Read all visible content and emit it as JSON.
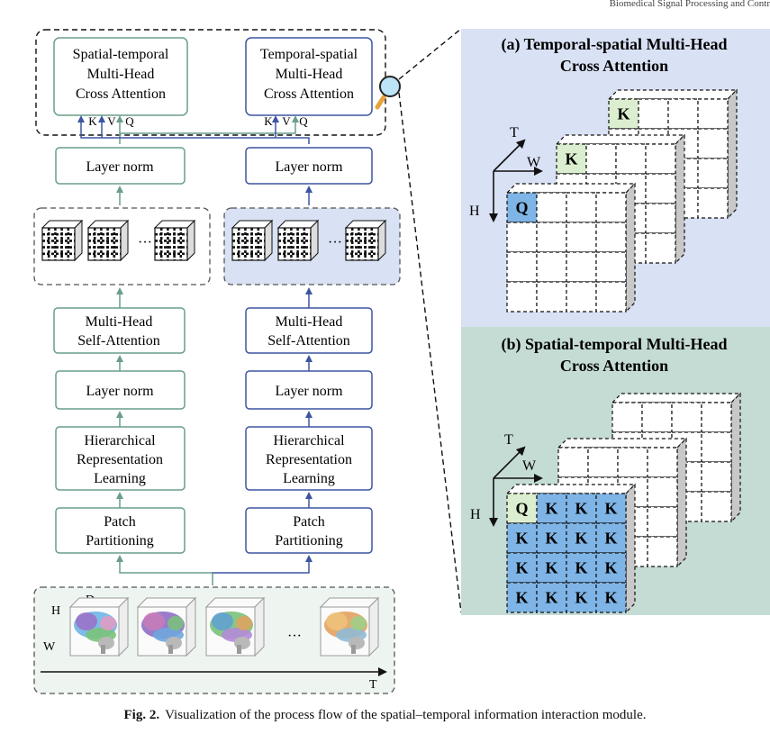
{
  "header_text": "Biomedical Signal Processing and Contr",
  "attention_modules": {
    "spatial_temporal": {
      "line1": "Spatial-temporal",
      "line2": "Multi-Head",
      "line3": "Cross Attention"
    },
    "temporal_spatial": {
      "line1": "Temporal-spatial",
      "line2": "Multi-Head",
      "line3": "Cross Attention"
    },
    "kvq_labels": [
      "K",
      "V",
      "Q"
    ]
  },
  "left_branch": {
    "layer_norm_top": "Layer norm",
    "mhsa": {
      "line1": "Multi-Head",
      "line2": "Self-Attention"
    },
    "layer_norm": "Layer norm",
    "hrl": {
      "line1": "Hierarchical",
      "line2": "Representation",
      "line3": "Learning"
    },
    "patch": {
      "line1": "Patch",
      "line2": "Partitioning"
    },
    "ellipsis": "···"
  },
  "right_branch": {
    "layer_norm_top": "Layer norm",
    "mhsa": {
      "line1": "Multi-Head",
      "line2": "Self-Attention"
    },
    "layer_norm": "Layer norm",
    "hrl": {
      "line1": "Hierarchical",
      "line2": "Representation",
      "line3": "Learning"
    },
    "patch": {
      "line1": "Patch",
      "line2": "Partitioning"
    },
    "ellipsis": "···"
  },
  "input_panel": {
    "axis_h": "H",
    "axis_d": "D",
    "axis_w": "W",
    "axis_t": "T",
    "ellipsis": "···"
  },
  "panel_a": {
    "title_line1": "(a) Temporal-spatial Multi-Head",
    "title_line2": "Cross Attention",
    "axis_t": "T",
    "axis_w": "W",
    "axis_h": "H",
    "q_label": "Q",
    "k_label": "K",
    "background": "#d9e1f4"
  },
  "panel_b": {
    "title_line1": "(b) Spatial-temporal Multi-Head",
    "title_line2": "Cross Attention",
    "axis_t": "T",
    "axis_w": "W",
    "axis_h": "H",
    "q_label": "Q",
    "k_label": "K",
    "background": "#c5dcd5"
  },
  "caption": {
    "label": "Fig. 2.",
    "text": "Visualization of the process flow of the spatial–temporal information interaction module."
  },
  "colors": {
    "green": "#6a9e8a",
    "blue": "#3d55a0",
    "query_fill": "#7fb5e6",
    "q_highlight": "#dbeecf",
    "panel_a_bg": "#d9e1f4",
    "panel_b_bg": "#c5dcd5"
  }
}
